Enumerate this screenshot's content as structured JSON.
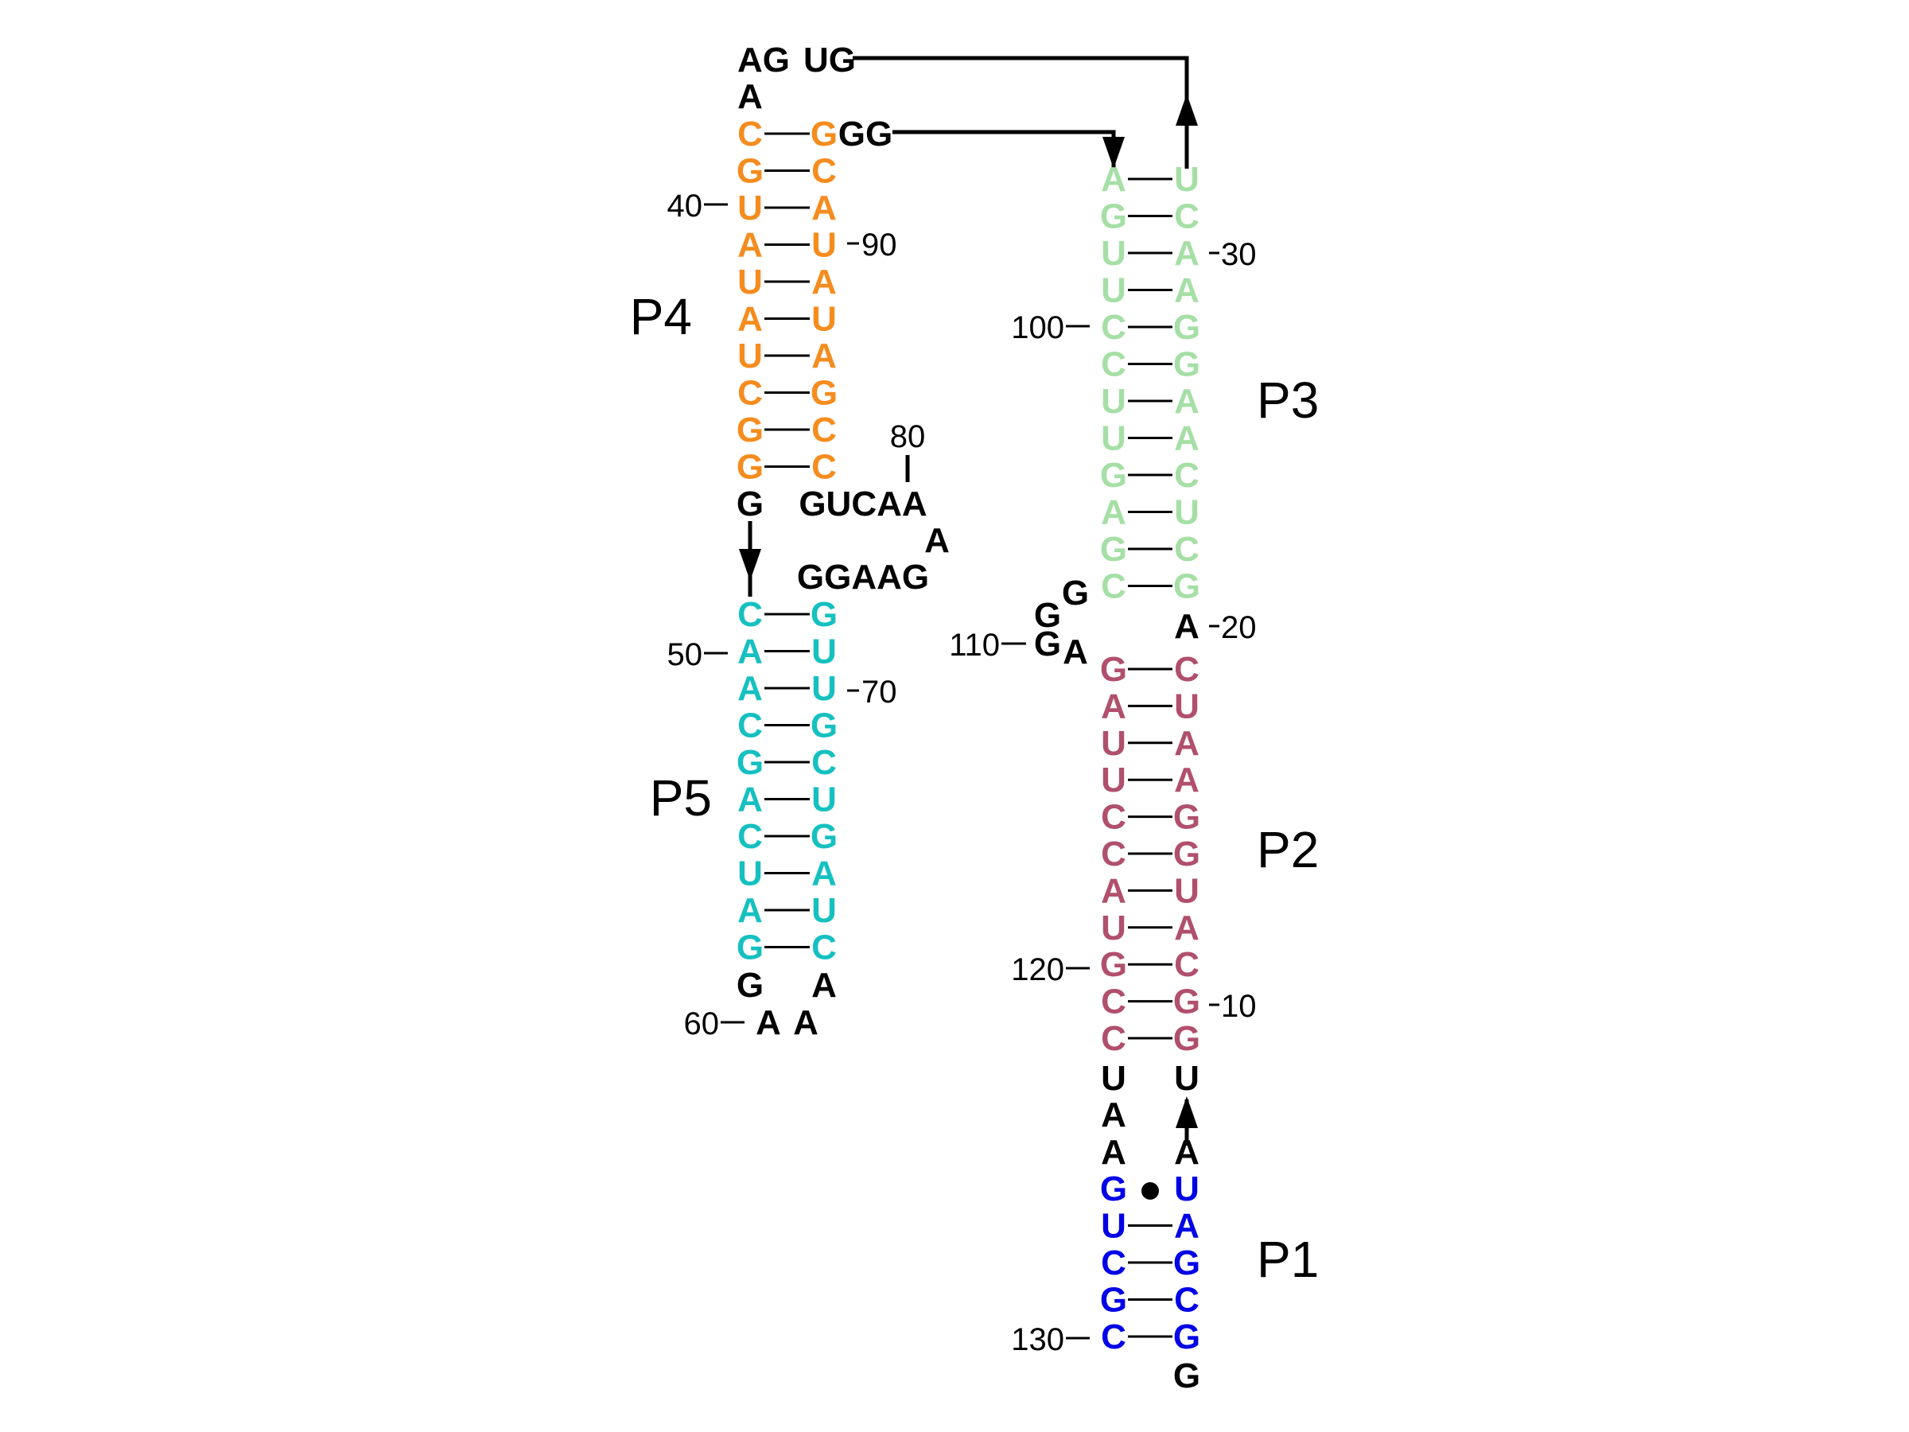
{
  "colors": {
    "loop": "#000000",
    "P1": "#0000e6",
    "P2": "#b0506c",
    "P3": "#a6dfa6",
    "P4": "#f58c1e",
    "P5": "#16c0c0",
    "line": "#000000"
  },
  "helices": [
    {
      "name": "P1",
      "left": [
        "G",
        "U",
        "C",
        "G",
        "C"
      ],
      "right": [
        "U",
        "A",
        "G",
        "C",
        "G"
      ],
      "wobble": [
        0
      ]
    },
    {
      "name": "P2",
      "left": [
        "G",
        "A",
        "U",
        "U",
        "C",
        "C",
        "A",
        "U",
        "G",
        "C",
        "C"
      ],
      "right": [
        "C",
        "U",
        "A",
        "A",
        "G",
        "G",
        "U",
        "A",
        "C",
        "G",
        "G"
      ],
      "wobble": []
    },
    {
      "name": "P3",
      "left": [
        "A",
        "G",
        "U",
        "U",
        "C",
        "C",
        "U",
        "U",
        "G",
        "A",
        "G",
        "C"
      ],
      "right": [
        "U",
        "C",
        "A",
        "A",
        "G",
        "G",
        "A",
        "A",
        "C",
        "U",
        "C",
        "G"
      ],
      "wobble": []
    },
    {
      "name": "P4",
      "left": [
        "C",
        "G",
        "U",
        "A",
        "U",
        "A",
        "U",
        "C",
        "G",
        "G"
      ],
      "right": [
        "G",
        "C",
        "A",
        "U",
        "A",
        "U",
        "A",
        "G",
        "C",
        "C"
      ],
      "wobble": []
    },
    {
      "name": "P5",
      "left": [
        "C",
        "A",
        "A",
        "C",
        "G",
        "A",
        "C",
        "U",
        "A",
        "G"
      ],
      "right": [
        "G",
        "U",
        "U",
        "G",
        "C",
        "U",
        "G",
        "A",
        "U",
        "C"
      ],
      "wobble": []
    }
  ],
  "loops": {
    "p4_apex_left": "AG",
    "p4_apex_right": "UG",
    "p4_apex_A": "A",
    "p4_gg": "GG",
    "j45_G": "G",
    "j_gucaa": "GUCAA",
    "j_A": "A",
    "j_ggaag": "GGAAG",
    "p5_loop_G": "G",
    "p5_loop_A_right": "A",
    "p5_loop_A1": "A",
    "p5_loop_A2": "A",
    "j23_G1": "G",
    "j23_G2": "G",
    "j23_G3": "G",
    "j23_A": "A",
    "a20": "A",
    "j12_U_left": "U",
    "j12_A1": "A",
    "j12_A2": "A",
    "j12_U_right": "U",
    "j12_A_right": "A",
    "tail_G": "G"
  },
  "numbers": [
    "10",
    "20",
    "30",
    "40",
    "50",
    "60",
    "70",
    "80",
    "90",
    "100",
    "110",
    "120",
    "130"
  ]
}
